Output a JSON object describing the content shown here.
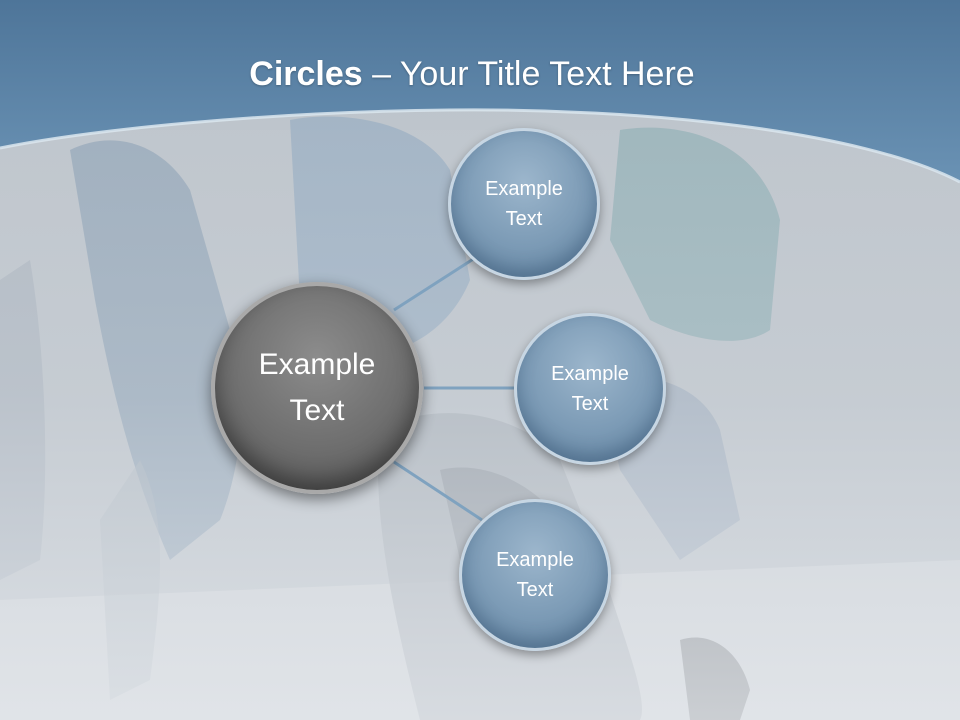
{
  "slide": {
    "title_bold": "Circles",
    "title_rest": " – Your Title Text Here"
  },
  "diagram": {
    "center": {
      "label": "Example Text"
    },
    "nodes": [
      {
        "label": "Example Text"
      },
      {
        "label": "Example Text"
      },
      {
        "label": "Example Text"
      }
    ]
  },
  "colors": {
    "header": "#5d86aa",
    "node_fill": "#7b9ab5",
    "center_fill": "#6e6e6e",
    "connector": "#7fa2bf"
  }
}
